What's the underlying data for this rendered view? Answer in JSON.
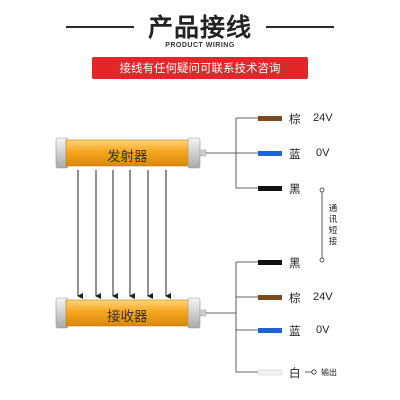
{
  "header": {
    "title": "产品接线",
    "subtitle": "PRODUCT WIRING",
    "notice": "接线有任何疑问可联系技术咨询"
  },
  "emitter": {
    "label": "发射器"
  },
  "receiver": {
    "label": "接收器"
  },
  "emitter_wires": [
    {
      "color_name": "棕",
      "voltage": "24V",
      "color": "#7a4a22"
    },
    {
      "color_name": "蓝",
      "voltage": "0V",
      "color": "#1e63d6"
    },
    {
      "color_name": "黑",
      "voltage": "",
      "color": "#111111"
    }
  ],
  "receiver_wires": [
    {
      "color_name": "黑",
      "voltage": "",
      "color": "#111111"
    },
    {
      "color_name": "棕",
      "voltage": "24V",
      "color": "#7a4a22"
    },
    {
      "color_name": "蓝",
      "voltage": "0V",
      "color": "#1e63d6"
    },
    {
      "color_name": "白",
      "voltage": "",
      "color": "#f2f2f2"
    }
  ],
  "connection_note": "通讯短接",
  "output_label": "输出",
  "colors": {
    "accent_red": "#e3262a",
    "bar_orange": "#f4a51f",
    "bar_cap": "#d9d9d9"
  }
}
